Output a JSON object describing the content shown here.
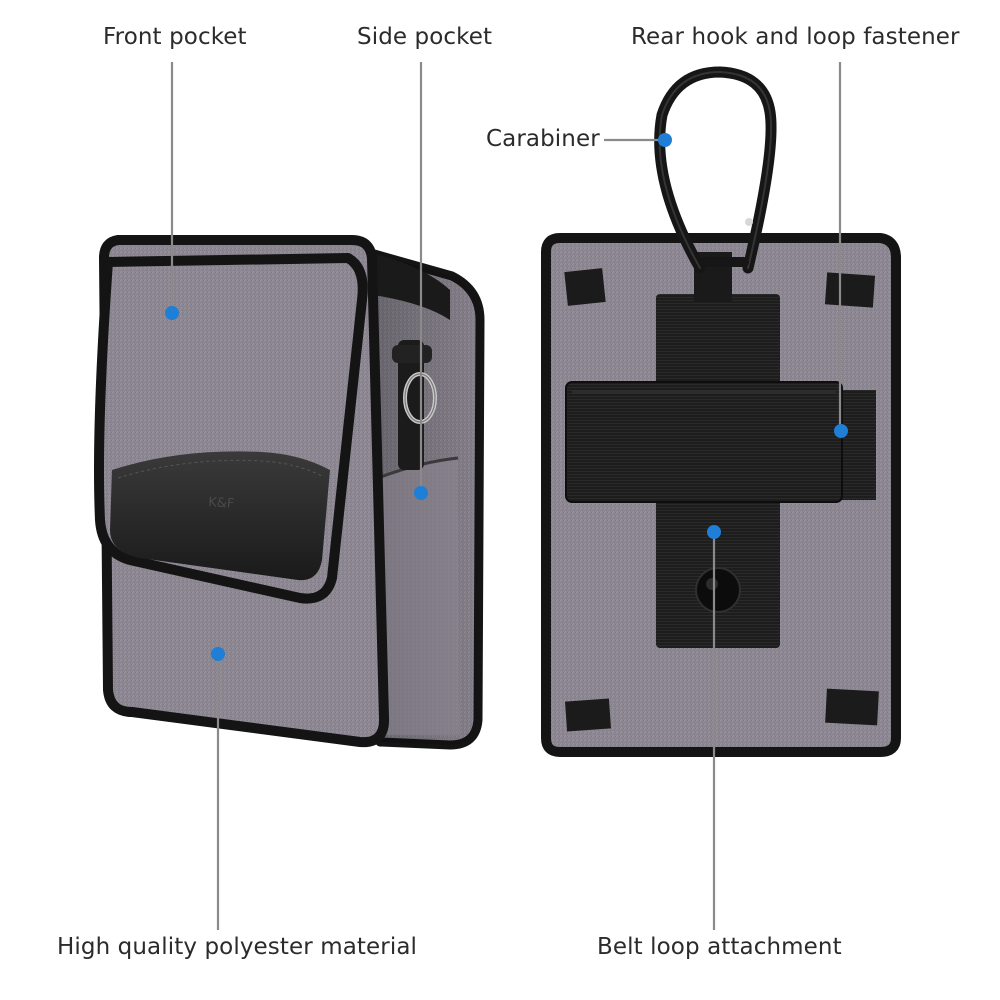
{
  "labels": {
    "front_pocket": "Front pocket",
    "side_pocket": "Side pocket",
    "rear_fastener": "Rear hook and loop fastener",
    "carabiner": "Carabiner",
    "material": "High quality polyester material",
    "belt_loop": "Belt loop attachment"
  },
  "brand_mark": "K&F",
  "colors": {
    "fabric": "#8c8790",
    "fabric_dark": "#6f6a74",
    "trim": "#141414",
    "webbing": "#1c1c1c",
    "leather": "#262626",
    "dot": "#1f7fd6",
    "leader": "#8a8a8a"
  }
}
